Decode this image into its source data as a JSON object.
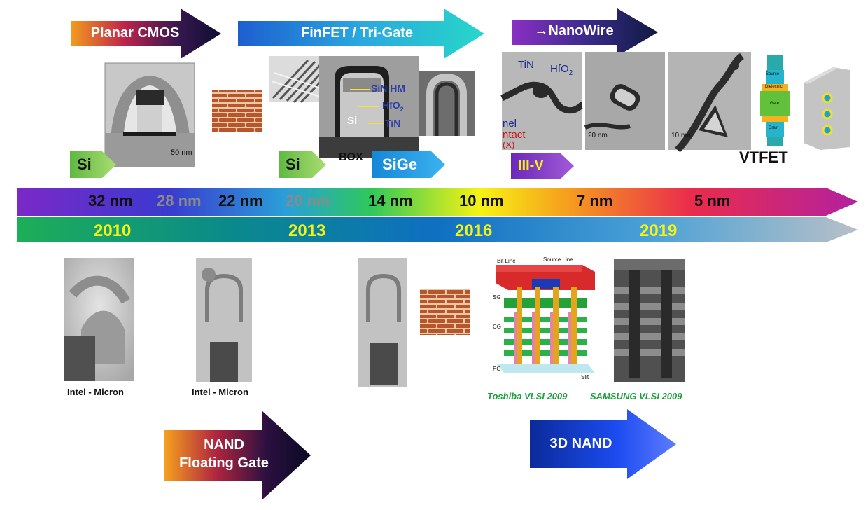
{
  "top_arrows": {
    "planar": "Planar CMOS",
    "finfet": "FinFET / Tri-Gate",
    "nanowire": "→NanoWire"
  },
  "material_tags": {
    "si_planar": "Si",
    "si_finfet": "Si",
    "sige": "SiGe",
    "iii_v": "III-V"
  },
  "planar_tem": {
    "scale": "50 nm"
  },
  "finfet_tem": {
    "labels": [
      "SiN HM",
      "HfO",
      "TiN",
      "Si",
      "BOX"
    ]
  },
  "nanowire_tem": {
    "tin": "TiN",
    "hfo2": "HfO",
    "channel_partial": "nel",
    "contact_partial": "ntact",
    "paren_partial": "(X)",
    "scale_1": "20 nm",
    "scale_2": "10 nm"
  },
  "vtfet": {
    "label": "VTFET",
    "layers": [
      "Source",
      "Dielectric",
      "Gate",
      "Drain"
    ]
  },
  "timeline_nodes": [
    "32 nm",
    "28 nm",
    "22 nm",
    "20 nm",
    "14 nm",
    "10 nm",
    "7 nm",
    "5 nm"
  ],
  "timeline_years": [
    "2010",
    "2013",
    "2016",
    "2019"
  ],
  "memory": {
    "caption_1": "Intel - Micron",
    "caption_2": "Intel - Micron",
    "toshiba_caption": "Toshiba VLSI 2009",
    "samsung_caption": "SAMSUNG VLSI 2009",
    "bics_labels": {
      "bit_line": "Bit Line",
      "source_line": "Source Line",
      "sg": "SG",
      "cg": "CG",
      "pc": "PC",
      "slit": "Slit"
    }
  },
  "bottom_arrows": {
    "nand_line1": "NAND",
    "nand_line2": "Floating Gate",
    "nand3d": "3D NAND"
  },
  "colors": {
    "year_text": "#f3f318",
    "toshiba_green": "#1aa03a",
    "brick": "#b5552c"
  }
}
